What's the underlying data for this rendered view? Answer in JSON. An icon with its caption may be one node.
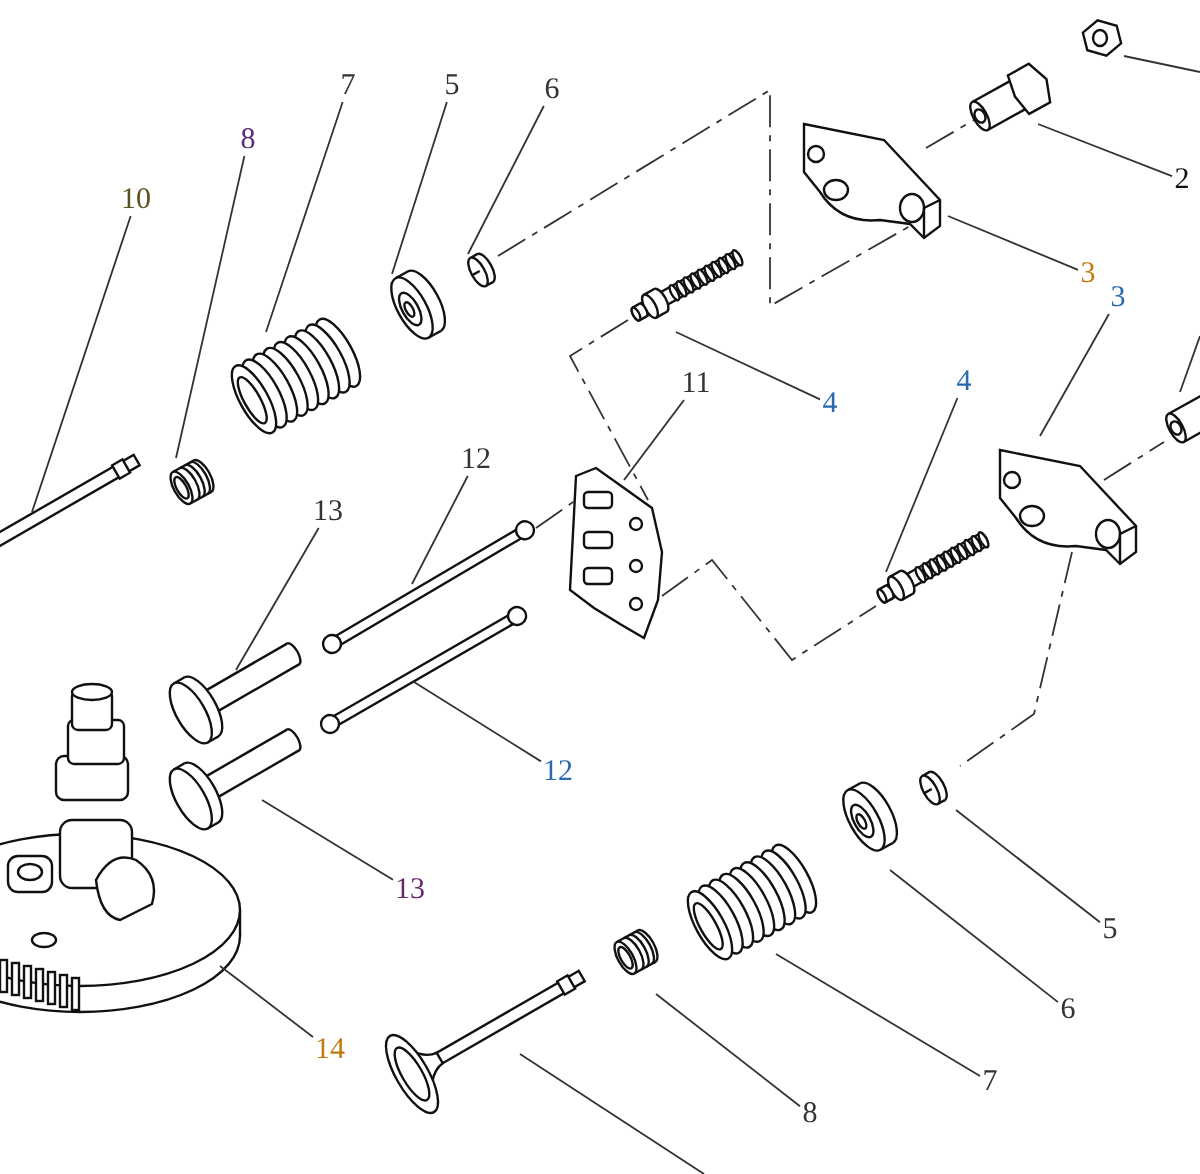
{
  "diagram": {
    "nodes": [
      {
        "text": [
          "10"
        ]
      },
      {
        "text": [
          "8"
        ]
      },
      {
        "text": [
          "7"
        ]
      },
      {
        "text": [
          "5"
        ]
      },
      {
        "text": [
          "6"
        ]
      },
      {
        "text": [
          "2"
        ]
      },
      {
        "text": [
          "3"
        ]
      },
      {
        "text": [
          "3"
        ]
      },
      {
        "text": [
          "11"
        ]
      },
      {
        "text": [
          "4"
        ]
      },
      {
        "text": [
          "4"
        ]
      },
      {
        "text": [
          "12"
        ]
      },
      {
        "text": [
          "13"
        ]
      },
      {
        "text": [
          "12"
        ]
      },
      {
        "text": [
          "13"
        ]
      },
      {
        "text": [
          "14"
        ]
      },
      {
        "text": [
          "5"
        ]
      },
      {
        "text": [
          "6"
        ]
      },
      {
        "text": [
          "7"
        ]
      },
      {
        "text": [
          "8"
        ]
      },
      {
        "text": [],
        "shape": "picture"
      },
      {
        "text": [],
        "shape": "picture"
      },
      {
        "text": [],
        "shape": "picture"
      },
      {
        "text": [],
        "shape": "picture"
      },
      {
        "text": [],
        "shape": "picture"
      },
      {
        "text": [],
        "shape": "picture"
      },
      {
        "text": [],
        "shape": "picture"
      },
      {
        "text": [],
        "shape": "picture"
      },
      {
        "text": [],
        "shape": "bar"
      },
      {
        "text": [],
        "shape": "bar"
      },
      {
        "text": [],
        "shape": "picture"
      },
      {
        "text": [],
        "shape": "picture"
      },
      {
        "text": [],
        "shape": "picture"
      },
      {
        "text": [],
        "shape": "picture"
      },
      {
        "text": [],
        "shape": "picture"
      },
      {
        "text": [],
        "shape": "picture"
      },
      {
        "text": [],
        "shape": "picture"
      },
      {
        "text": [],
        "shape": "picture"
      },
      {
        "text": [],
        "shape": "picture"
      },
      {
        "text": [],
        "shape": "picture"
      },
      {
        "text": [],
        "shape": "picture"
      },
      {
        "text": [],
        "shape": "picture"
      },
      {
        "text": [],
        "shape": "picture"
      }
    ],
    "edges": [
      {
        "from": 0,
        "to": 20,
        "arrow": "none"
      },
      {
        "from": 1,
        "to": 21,
        "arrow": "none"
      },
      {
        "from": 2,
        "to": 22,
        "arrow": "none"
      },
      {
        "from": 3,
        "to": 23,
        "arrow": "none"
      },
      {
        "from": 4,
        "to": 24,
        "arrow": "none"
      },
      {
        "from": 5,
        "to": 39,
        "arrow": "none"
      },
      {
        "from": 6,
        "to": 38,
        "arrow": "none"
      },
      {
        "from": 7,
        "to": 41,
        "arrow": "none"
      },
      {
        "from": 8,
        "to": 30,
        "arrow": "none"
      },
      {
        "from": 9,
        "to": 31,
        "arrow": "none"
      },
      {
        "from": 10,
        "to": 35,
        "arrow": "none"
      },
      {
        "from": 11,
        "to": 28,
        "arrow": "none"
      },
      {
        "from": 12,
        "to": 25,
        "arrow": "none"
      },
      {
        "from": 13,
        "to": 29,
        "arrow": "none"
      },
      {
        "from": 14,
        "to": 26,
        "arrow": "none"
      },
      {
        "from": 15,
        "to": 27,
        "arrow": "none"
      },
      {
        "from": 16,
        "to": 37,
        "arrow": "none"
      },
      {
        "from": 17,
        "to": 36,
        "arrow": "none"
      },
      {
        "from": 18,
        "to": 34,
        "arrow": "none"
      },
      {
        "from": 19,
        "to": 33,
        "arrow": "none"
      },
      {
        "from": 32,
        "to": null,
        "arrow": "none"
      },
      {
        "from": 40,
        "to": null,
        "arrow": "none"
      },
      {
        "from": 42,
        "to": null,
        "arrow": "none"
      },
      {
        "from": 24,
        "to": 38,
        "arrow": "none",
        "style": "dashed"
      },
      {
        "from": 38,
        "to": 39,
        "arrow": "none",
        "style": "dashed"
      },
      {
        "from": 31,
        "to": 30,
        "arrow": "none",
        "style": "dashed"
      },
      {
        "from": 30,
        "to": 35,
        "arrow": "none",
        "style": "dashed"
      },
      {
        "from": 41,
        "to": 37,
        "arrow": "none",
        "style": "dashed"
      },
      {
        "from": 41,
        "to": 42,
        "arrow": "none",
        "style": "dashed"
      },
      {
        "from": 28,
        "to": 30,
        "arrow": "none",
        "style": "dashed"
      }
    ]
  }
}
